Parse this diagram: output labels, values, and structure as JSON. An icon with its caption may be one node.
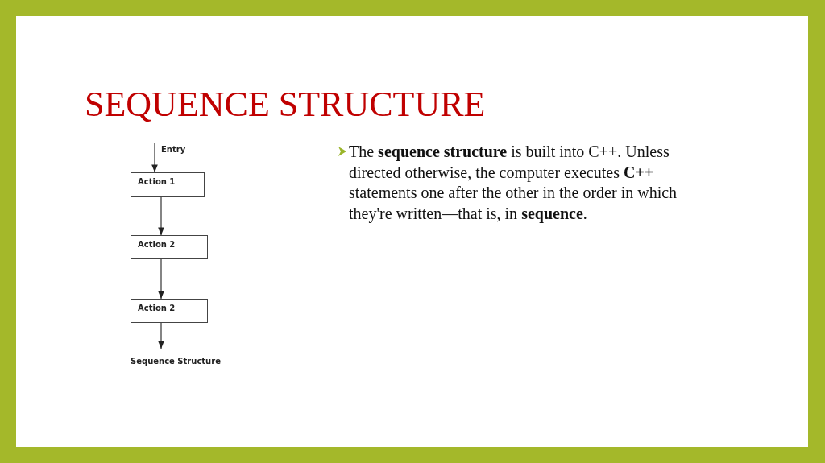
{
  "diagram": {
    "title": "SEQUENCE STRUCTURE",
    "nodes": [
      {
        "text": [
          "Action 1"
        ]
      },
      {
        "text": [
          "Action 2"
        ]
      },
      {
        "text": [
          "Action 2"
        ]
      },
      {
        "text": [
          "Sequence Structure"
        ]
      }
    ],
    "edges": [
      {
        "from": null,
        "to": 0,
        "arrow": "to",
        "label": "Entry"
      },
      {
        "from": 0,
        "to": 1,
        "arrow": "to"
      },
      {
        "from": 1,
        "to": 2,
        "arrow": "to"
      },
      {
        "from": 2,
        "to": 3,
        "arrow": "to"
      }
    ],
    "labels": [
      "The **sequence structure** is built into C++. Unless directed otherwise, the computer executes **C++** statements one after the other in the order in which they're written—that is, in **sequence**."
    ]
  }
}
